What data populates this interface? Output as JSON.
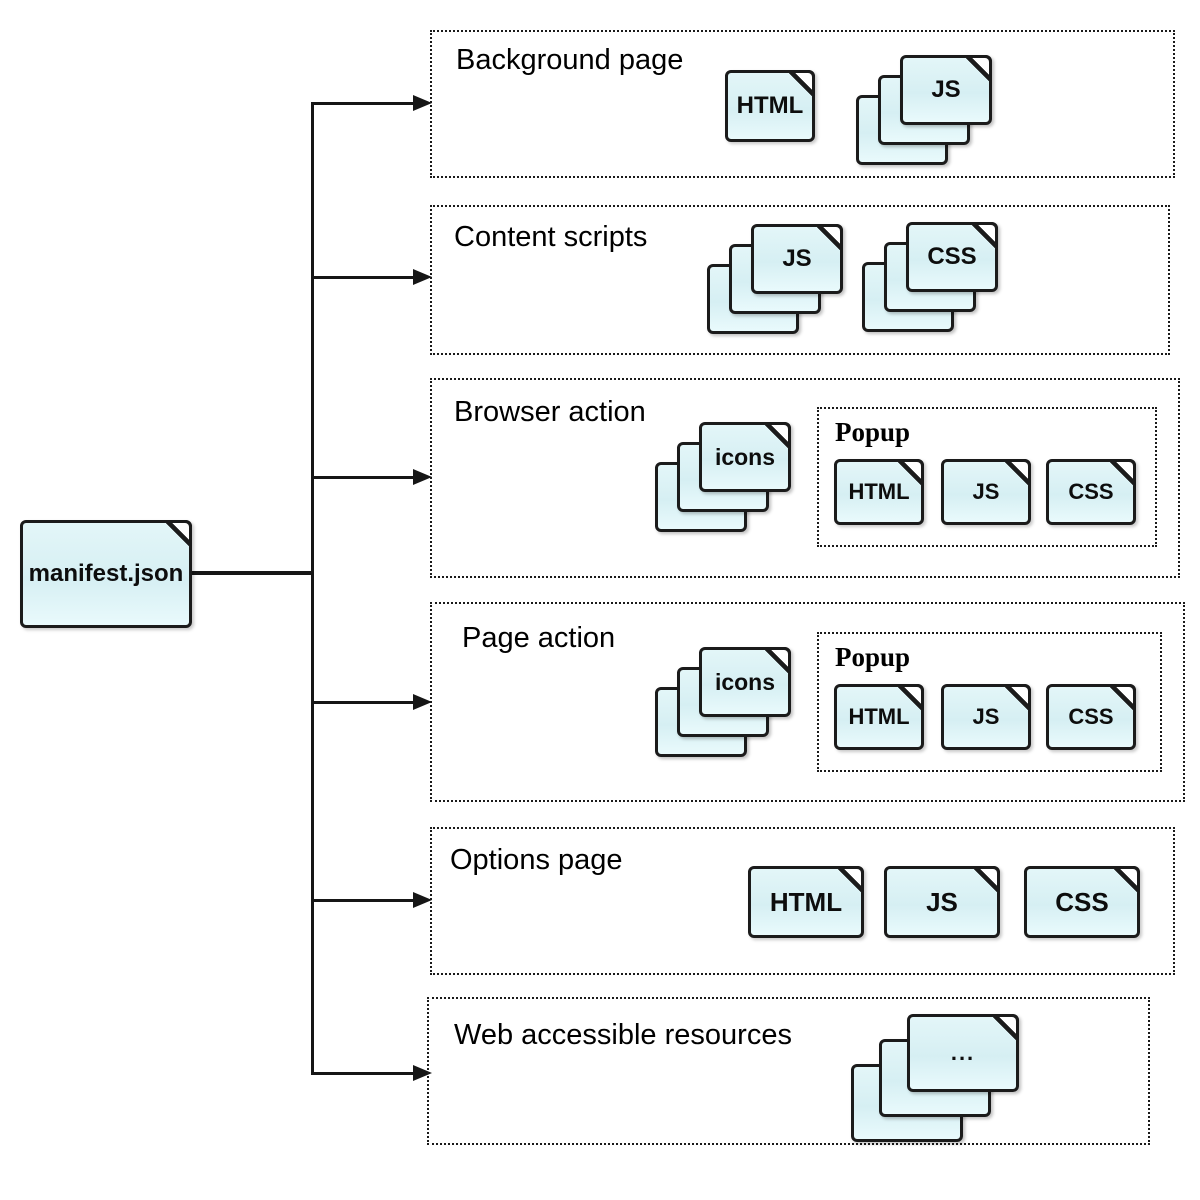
{
  "root": {
    "label": "manifest.json"
  },
  "colors": {
    "doc_fill": "#d9f1f5",
    "doc_outline": "#1b1b1b",
    "connector_line": "#161616",
    "section_border": "#1a1a1a",
    "background": "#ffffff"
  },
  "sections": [
    {
      "title": "Background page",
      "files": [
        {
          "label": "HTML",
          "stacked": false
        },
        {
          "label": "JS",
          "stacked": true
        }
      ]
    },
    {
      "title": "Content scripts",
      "files": [
        {
          "label": "JS",
          "stacked": true
        },
        {
          "label": "CSS",
          "stacked": true
        }
      ]
    },
    {
      "title": "Browser action",
      "files": [
        {
          "label": "icons",
          "stacked": true
        }
      ],
      "popup": {
        "title": "Popup",
        "files": [
          {
            "label": "HTML"
          },
          {
            "label": "JS"
          },
          {
            "label": "CSS"
          }
        ]
      }
    },
    {
      "title": "Page action",
      "files": [
        {
          "label": "icons",
          "stacked": true
        }
      ],
      "popup": {
        "title": "Popup",
        "files": [
          {
            "label": "HTML"
          },
          {
            "label": "JS"
          },
          {
            "label": "CSS"
          }
        ]
      }
    },
    {
      "title": "Options page",
      "files": [
        {
          "label": "HTML"
        },
        {
          "label": "JS"
        },
        {
          "label": "CSS"
        }
      ]
    },
    {
      "title": "Web accessible resources",
      "files": [
        {
          "label": "...",
          "stacked": true
        }
      ]
    }
  ]
}
